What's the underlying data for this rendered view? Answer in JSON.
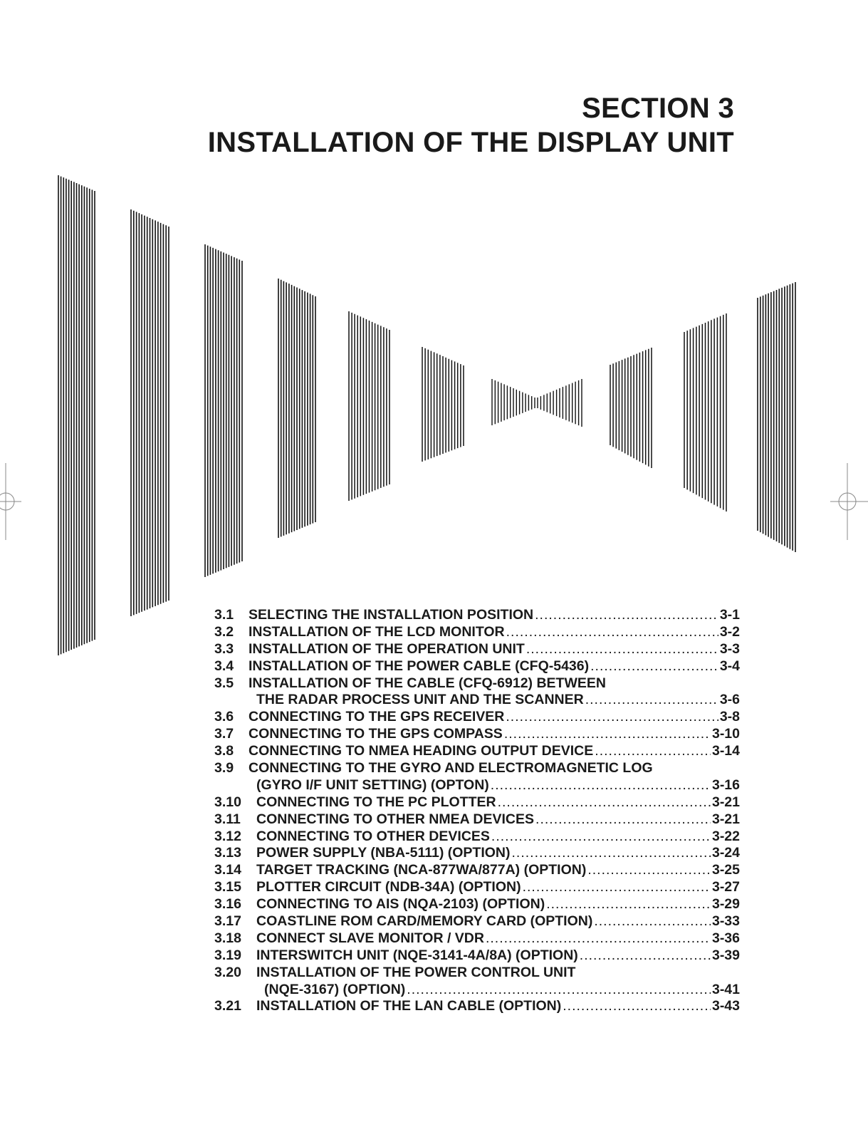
{
  "heading": {
    "line1": "SECTION 3",
    "line2": "INSTALLATION OF THE DISPLAY UNIT"
  },
  "toc": [
    {
      "num": "3.1",
      "title": "SELECTING THE INSTALLATION POSITION",
      "page": "3-1"
    },
    {
      "num": "3.2",
      "title": "INSTALLATION OF THE LCD MONITOR",
      "page": "3-2"
    },
    {
      "num": "3.3",
      "title": "INSTALLATION OF THE OPERATION UNIT",
      "page": "3-3"
    },
    {
      "num": "3.4",
      "title": "INSTALLATION OF THE POWER CABLE (CFQ-5436)",
      "page": "3-4"
    },
    {
      "num": "3.5",
      "title": "INSTALLATION OF THE CABLE (CFQ-6912) BETWEEN",
      "page": ""
    },
    {
      "num": "",
      "title": "THE RADAR PROCESS UNIT AND THE SCANNER",
      "page": "3-6"
    },
    {
      "num": "3.6",
      "title": "CONNECTING TO THE GPS RECEIVER",
      "page": "3-8"
    },
    {
      "num": "3.7",
      "title": "CONNECTING TO THE GPS COMPASS",
      "page": "3-10"
    },
    {
      "num": "3.8",
      "title": "CONNECTING TO NMEA HEADING OUTPUT DEVICE",
      "page": "3-14"
    },
    {
      "num": "3.9",
      "title": "CONNECTING TO THE GYRO AND ELECTROMAGNETIC LOG",
      "page": ""
    },
    {
      "num": "",
      "title": "(GYRO I/F UNIT SETTING) (OPTON)",
      "page": "3-16"
    },
    {
      "num": "3.10",
      "title": "CONNECTING TO THE PC PLOTTER",
      "page": "3-21"
    },
    {
      "num": "3.11",
      "title": "CONNECTING TO OTHER NMEA DEVICES",
      "page": "3-21"
    },
    {
      "num": "3.12",
      "title": "CONNECTING TO OTHER DEVICES",
      "page": "3-22"
    },
    {
      "num": "3.13",
      "title": "POWER SUPPLY (NBA-5111) (OPTION)",
      "page": "3-24"
    },
    {
      "num": "3.14",
      "title": "TARGET TRACKING (NCA-877WA/877A) (OPTION)",
      "page": "3-25"
    },
    {
      "num": "3.15",
      "title": "PLOTTER CIRCUIT (NDB-34A) (OPTION)",
      "page": "3-27"
    },
    {
      "num": "3.16",
      "title": "CONNECTING TO AIS (NQA-2103) (OPTION)",
      "page": "3-29"
    },
    {
      "num": "3.17",
      "title": "COASTLINE ROM CARD/MEMORY CARD (OPTION)",
      "page": "3-33"
    },
    {
      "num": "3.18",
      "title": "CONNECT SLAVE MONITOR / VDR",
      "page": "3-36"
    },
    {
      "num": "3.19",
      "title": "INTERSWITCH UNIT (NQE-3141-4A/8A) (OPTION)",
      "page": "3-39"
    },
    {
      "num": "3.20",
      "title": "INSTALLATION OF THE POWER CONTROL UNIT",
      "page": ""
    },
    {
      "num": "",
      "title": "(NQE-3167) (OPTION)",
      "page": "3-41"
    },
    {
      "num": "3.21",
      "title": "INSTALLATION OF THE LAN CABLE (OPTION)",
      "page": "3-43"
    }
  ]
}
